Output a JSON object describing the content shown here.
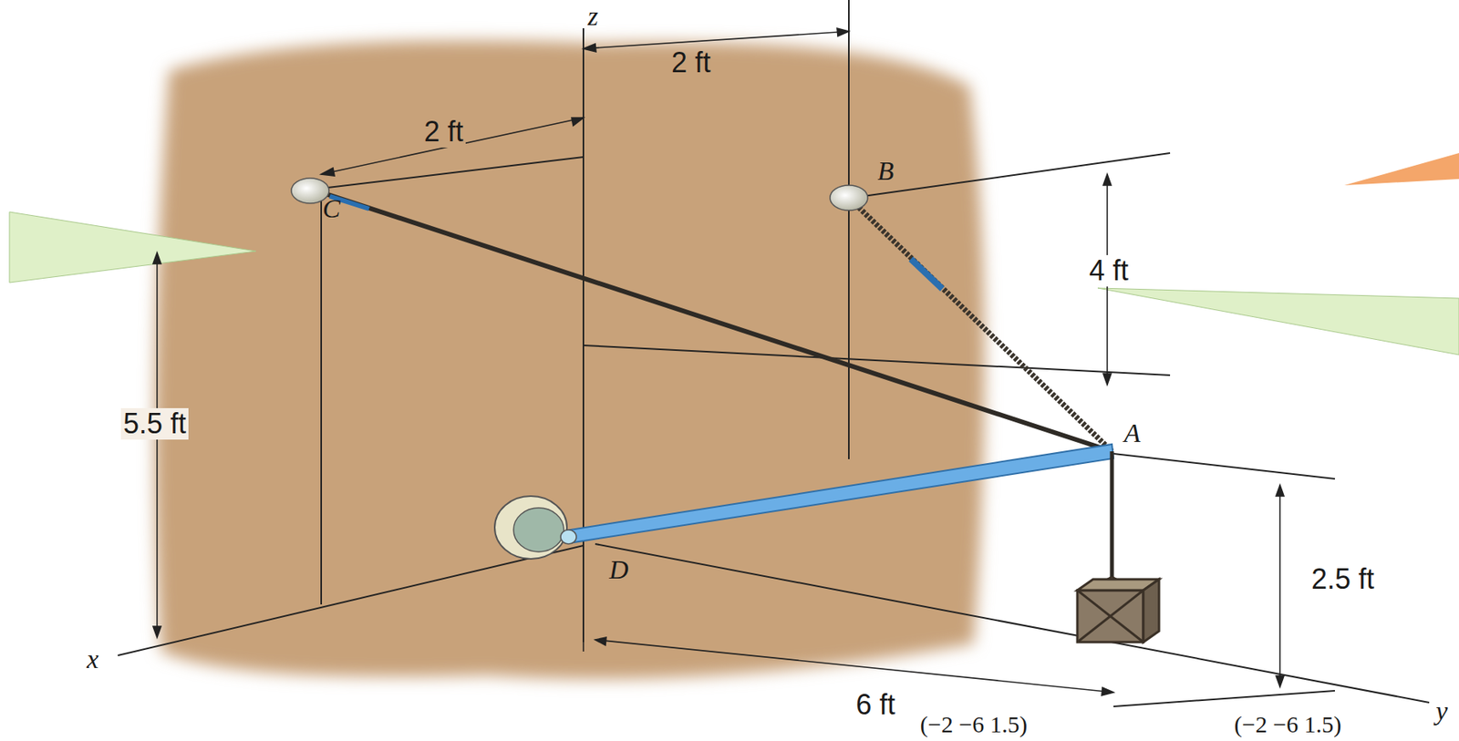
{
  "diagram": {
    "labels": [
      "z",
      "2 ft",
      "2 ft",
      "C",
      "B",
      "4 ft",
      "5.5 ft",
      "A",
      "D",
      "2.5 ft",
      "6 ft",
      "x",
      "y",
      "(−2 −6 1.5)",
      "(−2 −6 1.5)"
    ]
  }
}
